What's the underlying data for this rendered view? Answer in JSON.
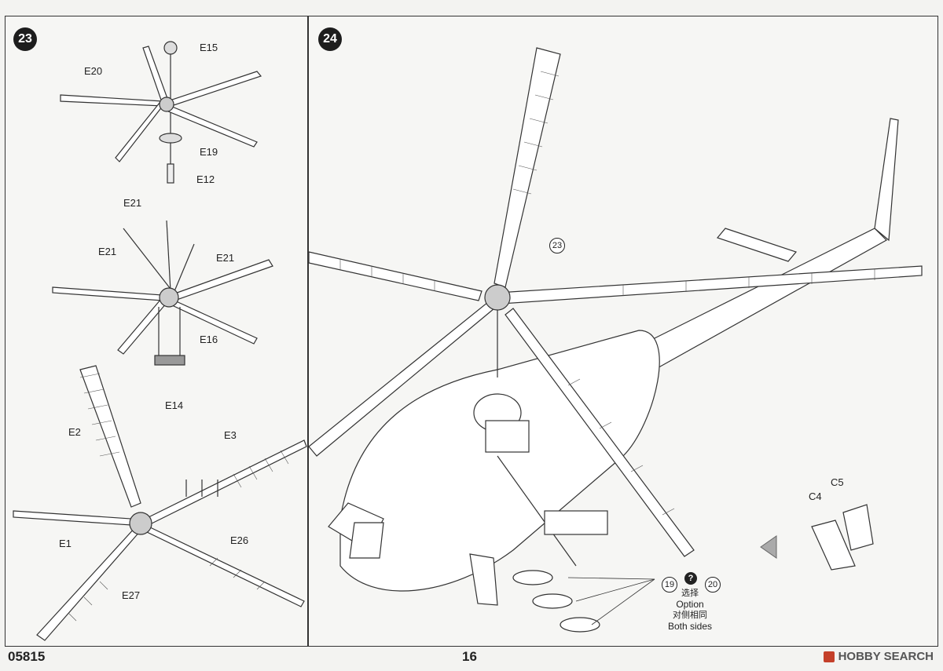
{
  "step23": {
    "number": "23",
    "parts": {
      "e15": "E15",
      "e20": "E20",
      "e19": "E19",
      "e12": "E12",
      "e21a": "E21",
      "e21b": "E21",
      "e21c": "E21",
      "e16": "E16",
      "e14": "E14",
      "e2": "E2",
      "e3": "E3",
      "e1": "E1",
      "e26": "E26",
      "e27": "E27"
    }
  },
  "step24": {
    "number": "24",
    "ref23": "23",
    "parts": {
      "c4": "C4",
      "c5": "C5"
    },
    "option": {
      "ref19": "19",
      "ref20": "20",
      "qmark": "?",
      "select_cn": "选择",
      "select_en": "Option",
      "sides_cn": "对侧相同",
      "sides_en": "Both sides"
    }
  },
  "footer": {
    "code": "05815",
    "page": "16",
    "brand": "HOBBY SEARCH"
  },
  "colors": {
    "ink": "#222222",
    "paper": "#f6f6f4",
    "brand": "#c4402a"
  }
}
